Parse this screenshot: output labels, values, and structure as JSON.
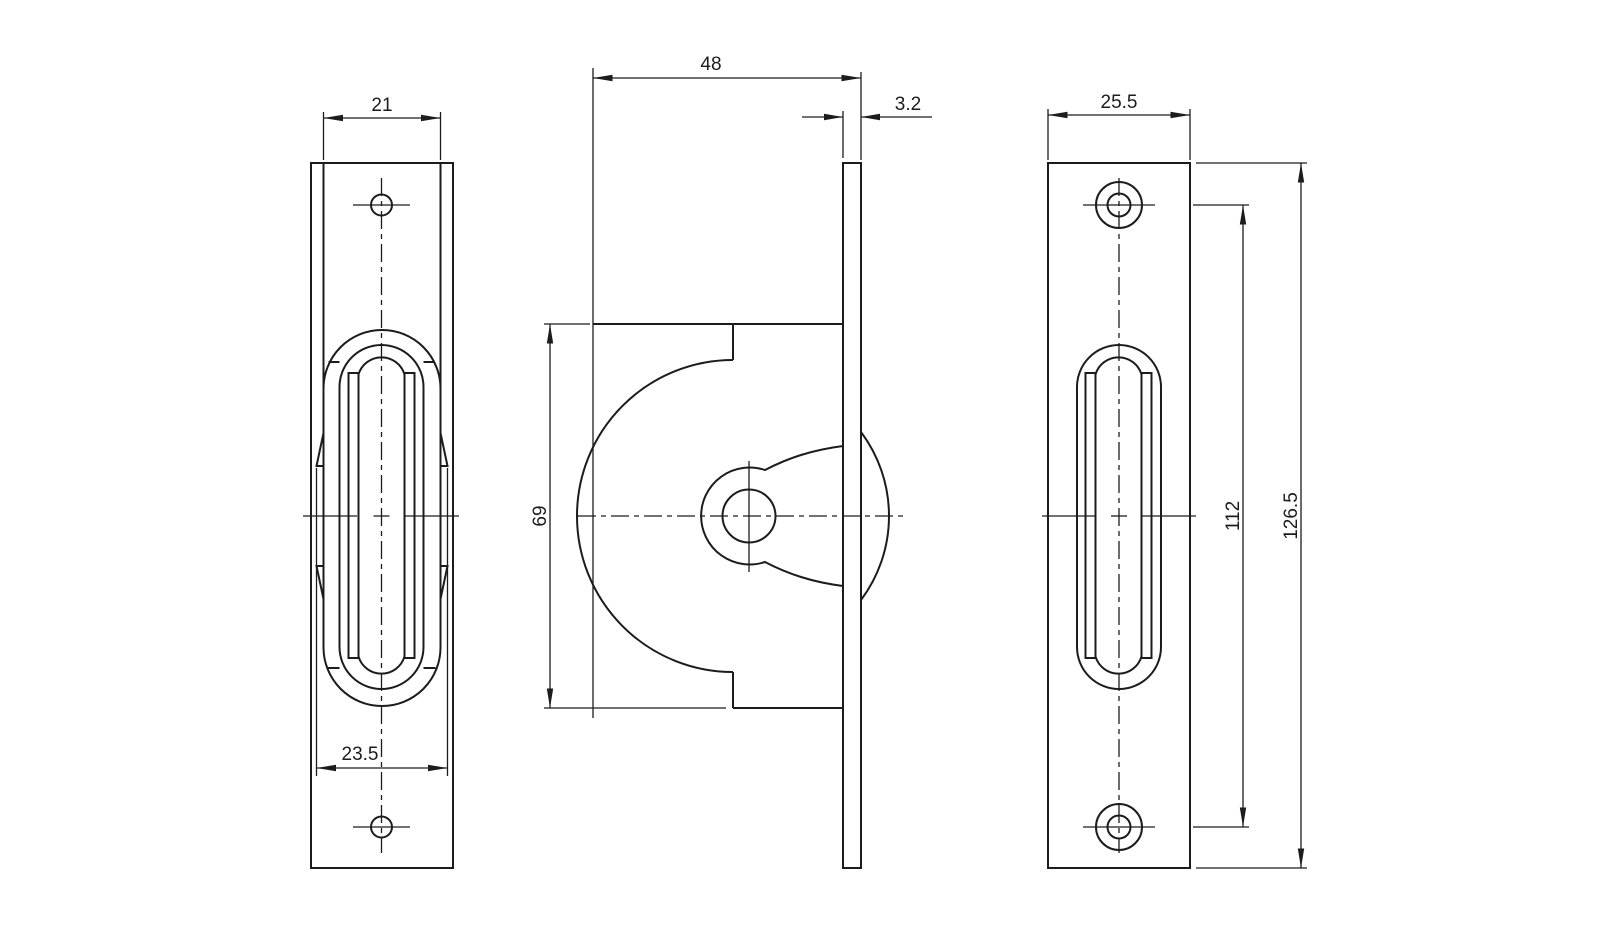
{
  "drawing": {
    "colors": {
      "background": "#ffffff",
      "line": "#1c1c1c"
    },
    "dimensions": {
      "back_case_width": "21",
      "back_tab_width": "23.5",
      "side_overall_depth": "48",
      "side_plate_thickness": "3.2",
      "side_case_height": "69",
      "front_plate_width": "25.5",
      "front_hole_spacing": "112",
      "front_plate_height": "126.5"
    }
  }
}
